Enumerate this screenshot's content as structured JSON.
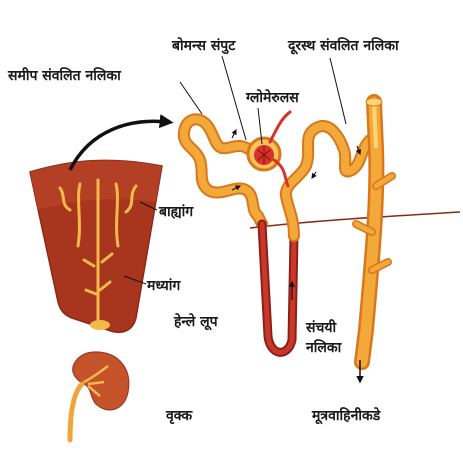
{
  "labels": {
    "proximal_tubule": "समीप संवलित नलिका",
    "bowmans_capsule": "बोमन्स संपुट",
    "distal_tubule": "दूरस्थ संवलित नलिका",
    "glomerulus": "ग्लोमेरुलस",
    "cortex": "बाह्यांग",
    "medulla": "मध्यांग",
    "loop_of_henle": "हेन्ले लूप",
    "collecting_duct_line1": "संचयी",
    "collecting_duct_line2": "नलिका",
    "kidney": "वृक्क",
    "to_ureter": "मूत्रवाहिनीकडे"
  },
  "colors": {
    "tubule_fill": "#f2a93a",
    "tubule_outline": "#d9771a",
    "tubule_highlight": "#fcd577",
    "loop_red": "#b5261e",
    "kidney_section": "#a8351d",
    "kidney_outer": "#c4532c",
    "glomerulus_red": "#d9322a",
    "arrow": "#111111"
  }
}
